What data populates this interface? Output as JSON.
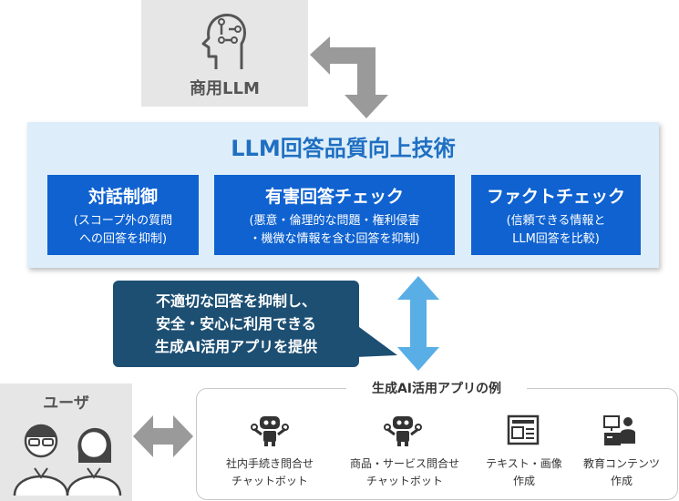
{
  "llm": {
    "label": "商用LLM",
    "icon": "ai-head-icon"
  },
  "main": {
    "title": "LLM回答品質向上技術",
    "features": [
      {
        "title": "対話制御",
        "desc1": "(スコープ外の質問",
        "desc2": "への回答を抑制)"
      },
      {
        "title": "有害回答チェック",
        "desc1": "(悪意・倫理的な問題・権利侵害",
        "desc2": "・機微な情報を含む回答を抑制)"
      },
      {
        "title": "ファクトチェック",
        "desc1": "(信頼できる情報と",
        "desc2": "LLM回答を比較)"
      }
    ]
  },
  "callout": {
    "line1": "不適切な回答を抑制し、",
    "line2": "安全・安心に利用できる",
    "line3": "生成AI活用アプリを提供"
  },
  "users": {
    "label": "ユーザ",
    "icon": "users-icon"
  },
  "examples": {
    "title": "生成AI活用アプリの例",
    "items": [
      {
        "line1": "社内手続き問合せ",
        "line2": "チャットボット",
        "icon": "robot-icon"
      },
      {
        "line1": "商品・サービス問合せ",
        "line2": "チャットボット",
        "icon": "robot-icon"
      },
      {
        "line1": "テキスト・画像",
        "line2": "作成",
        "icon": "document-icon"
      },
      {
        "line1": "教育コンテンツ",
        "line2": "作成",
        "icon": "teacher-icon"
      }
    ]
  },
  "colors": {
    "accent": "#0f62d0",
    "title": "#1f6fc2",
    "panel": "#ddeefa",
    "callout": "#1d4f73",
    "arrow_gray": "#9a9a9a",
    "arrow_blue": "#5aaee6"
  }
}
